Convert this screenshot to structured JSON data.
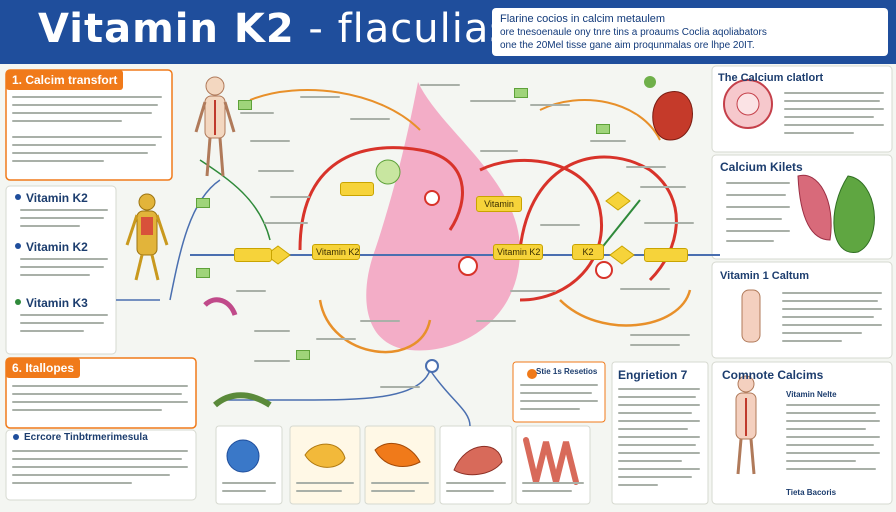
{
  "header": {
    "title_bold": "Vitamin K2",
    "title_light": " - flaculias",
    "subtitle_1": "Flarine cocios in calcim metaulem",
    "subtitle_2": "ore tnesoenaule ony tnre tins a proaums Coclia aqoliabators",
    "subtitle_3": "one the 20Mel tisse gane aim proqunmalas ore lhpe 20IT."
  },
  "left": {
    "section_1": "1. Calcim transfort",
    "vitamin_a": "Vitamin K2",
    "vitamin_b": "Vitamin K2",
    "vitamin_c": "Vitamin K3",
    "section_6": "6. Itallopes",
    "footnote": "Ecrcore Tinbtrmerimesula"
  },
  "center": {
    "nodes": [
      "Vitamin K2",
      "Vitamin",
      "Vitamin K2",
      "K2"
    ],
    "lower_label": "Stie 1s Resetios"
  },
  "right": {
    "panel_1": "The Calcium clatlort",
    "panel_2": "Calcium Kilets",
    "panel_3": "Vitamin 1 Caltum",
    "panel_4": "Comnote Calcims",
    "panel_4_item_1": "Vitamin Nelte",
    "panel_4_item_2": "Tieta Bacoris"
  },
  "bottom": {
    "engretion": "Engrietion 7"
  },
  "colors": {
    "header": "#1f4e9c",
    "orange": "#f07a1a",
    "yellow": "#f6d33a",
    "red": "#d8332a",
    "pink": "#f2a0c0",
    "green": "#6fb04a"
  }
}
